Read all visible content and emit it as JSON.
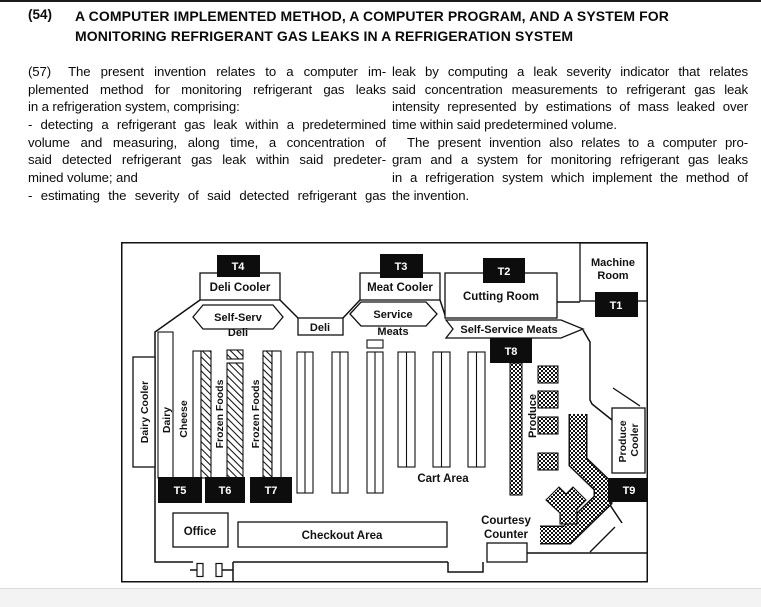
{
  "page": {
    "tag54": "(54)",
    "tag57": "(57)"
  },
  "title": {
    "line1": "A COMPUTER IMPLEMENTED METHOD, A COMPUTER PROGRAM, AND A SYSTEM FOR",
    "line2": "MONITORING REFRIGERANT GAS LEAKS IN A REFRIGERATION SYSTEM"
  },
  "abstract": {
    "left": [
      "The present invention relates to a computer im-",
      "plemented method for monitoring refrigerant gas leaks",
      "in a refrigeration system, comprising:",
      "- detecting a refrigerant gas leak within a predetermined",
      "volume and measuring, along time, a concentration of",
      "said detected refrigerant gas leak within said predeter-",
      "mined volume; and",
      "- estimating the severity of said detected refrigerant gas"
    ],
    "right": [
      "leak by computing a leak severity indicator that relates",
      "said concentration measurements to refrigerant gas leak",
      "intensity represented by estimations of mass leaked over",
      "time within said predetermined volume.",
      "The present invention also relates to a computer pro-",
      "gram and a system for monitoring refrigerant gas leaks",
      "in a refrigeration system which implement the method of",
      "the invention."
    ]
  },
  "floorplan": {
    "sensors": {
      "t1": "T1",
      "t2": "T2",
      "t3": "T3",
      "t4": "T4",
      "t5": "T5",
      "t6": "T6",
      "t7": "T7",
      "t8": "T8",
      "t9": "T9"
    },
    "rooms": {
      "deli_cooler": "Deli Cooler",
      "self_serv_line1": "Self-Serv",
      "self_serv_line2": "Deli",
      "deli_counter": "Deli",
      "meat_cooler": "Meat Cooler",
      "service_meats_line1": "Service",
      "service_meats_line2": "Meats",
      "cutting_room": "Cutting Room",
      "self_service_meats": "Self-Service Meats",
      "machine_room_line1": "Machine",
      "machine_room_line2": "Room",
      "dairy_cooler": "Dairy Cooler",
      "dairy": "Dairy",
      "cheese": "Cheese",
      "frozen_foods_1": "Frozen Foods",
      "frozen_foods_2": "Frozen Foods",
      "produce": "Produce",
      "produce_cooler_line1": "Produce",
      "produce_cooler_line2": "Cooler",
      "cart_area": "Cart Area",
      "office": "Office",
      "checkout_area": "Checkout Area",
      "courtesy_line1": "Courtesy",
      "courtesy_line2": "Counter"
    },
    "colors": {
      "ink": "#111111",
      "sensor_box": "#0d0d0d"
    }
  }
}
